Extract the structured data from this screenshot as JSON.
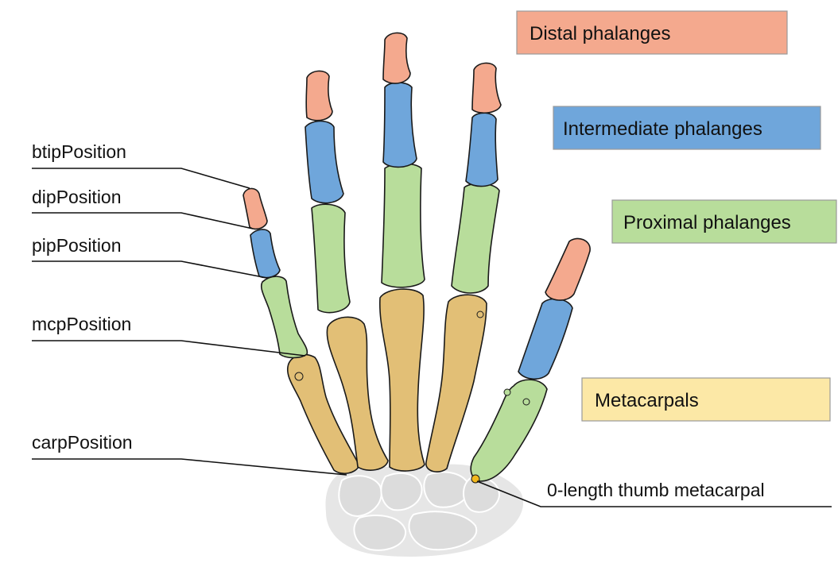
{
  "colors": {
    "distal": "#F4A98E",
    "intermediate": "#6FA6DB",
    "proximal": "#B8DD9B",
    "metacarpal": "#E2BF76",
    "carpal": "#E6E6E6",
    "dot": "#F2B81E"
  },
  "legend": {
    "distal": "Distal phalanges",
    "intermediate": "Intermediate phalanges",
    "proximal": "Proximal phalanges",
    "metacarpals": "Metacarpals",
    "thumb_note": "0-length thumb metacarpal"
  },
  "labels": {
    "btip": "btipPosition",
    "dip": "dipPosition",
    "pip": "pipPosition",
    "mcp": "mcpPosition",
    "carp": "carpPosition"
  }
}
